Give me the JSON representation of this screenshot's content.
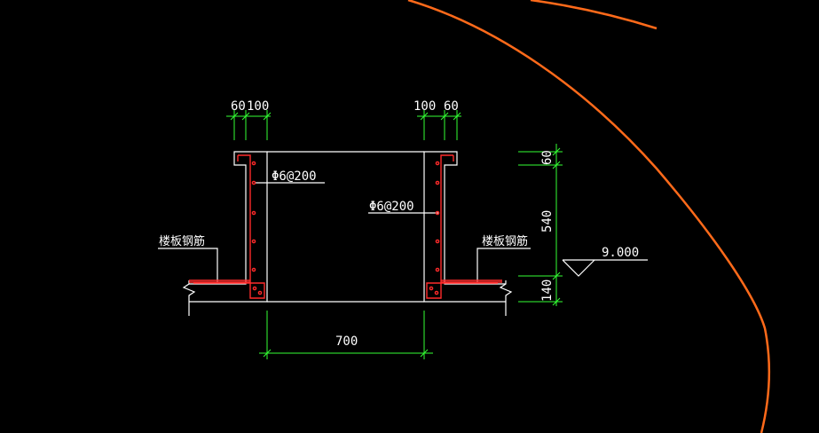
{
  "colors": {
    "background": "#000000",
    "outline": "#ffffff",
    "rebar": "#ff2a2a",
    "dimension": "#33ff33",
    "arc": "#ff6a1a"
  },
  "dimensions": {
    "left_top_a": "60",
    "left_top_b": "100",
    "right_top_a": "100",
    "right_top_b": "60",
    "right_v_top": "60",
    "right_v_mid": "540",
    "right_v_bottom": "140",
    "bottom_width": "700"
  },
  "labels": {
    "rebar_left": "Φ6@200",
    "rebar_right": "Φ6@200",
    "slab_rebar_left": "楼板钢筋",
    "slab_rebar_right": "楼板钢筋",
    "elevation": "9.000"
  }
}
